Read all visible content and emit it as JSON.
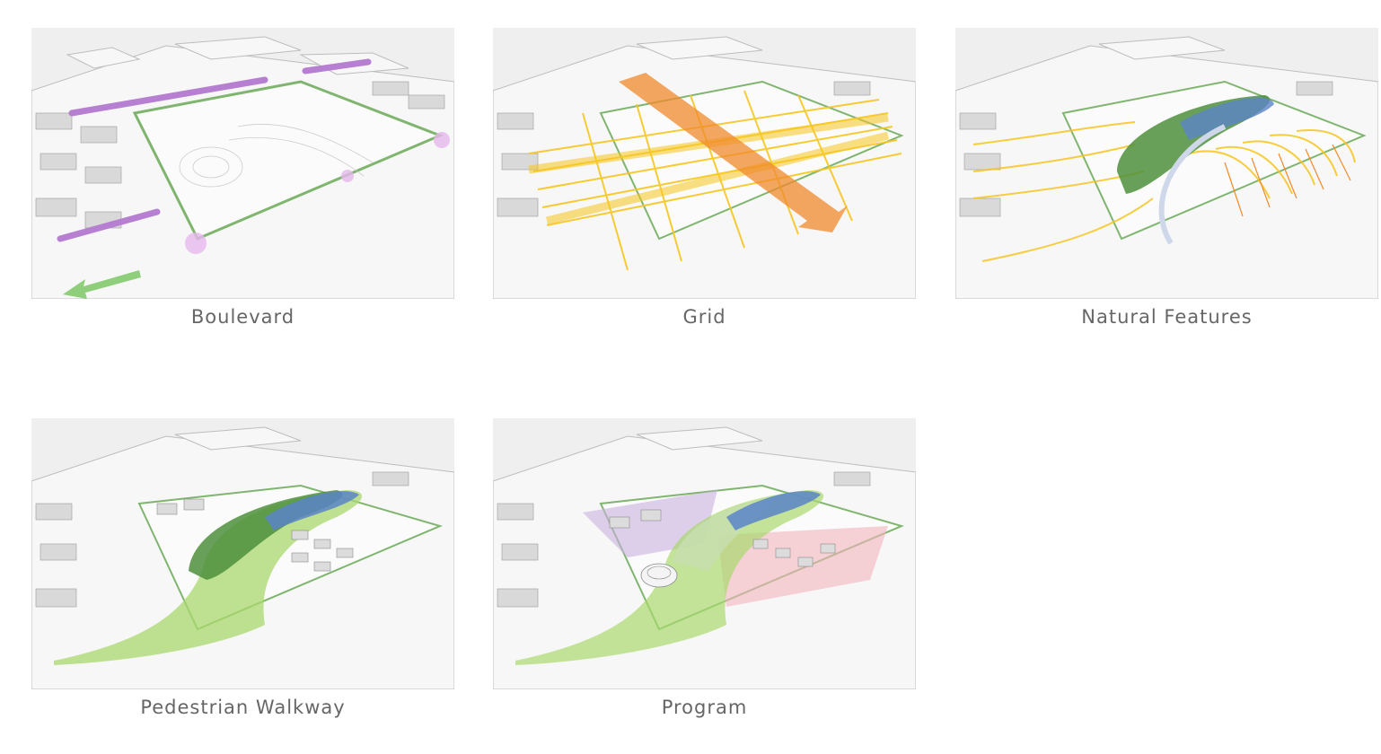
{
  "panels": [
    {
      "key": "boulevard",
      "caption": "Boulevard"
    },
    {
      "key": "grid",
      "caption": "Grid"
    },
    {
      "key": "natural",
      "caption": "Natural Features"
    },
    {
      "key": "pedestrian",
      "caption": "Pedestrian Walkway"
    },
    {
      "key": "program",
      "caption": "Program"
    }
  ],
  "colors": {
    "boulevard_green": "#8fce7a",
    "purple": "#b77fd1",
    "grid_yellow": "#f7c61e",
    "grid_orange": "#f08a2c",
    "pond_blue": "#5b84c8",
    "hill_green": "#4f8f3c",
    "walk_green": "#a9d86e",
    "program_pink": "#f2b4bd",
    "program_purple": "#c9b0e0"
  }
}
